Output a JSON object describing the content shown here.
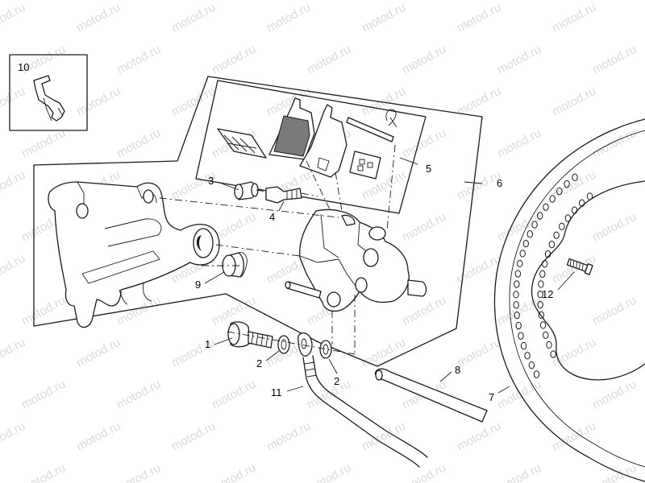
{
  "watermark": "motod.ru",
  "callouts": [
    "1",
    "2",
    "2",
    "3",
    "4",
    "5",
    "6",
    "7",
    "8",
    "9",
    "10",
    "11",
    "12"
  ],
  "colors": {
    "line": "#1a1a1a",
    "pad_fill": "#7a7a7a",
    "watermark": "#d9d9d9"
  }
}
